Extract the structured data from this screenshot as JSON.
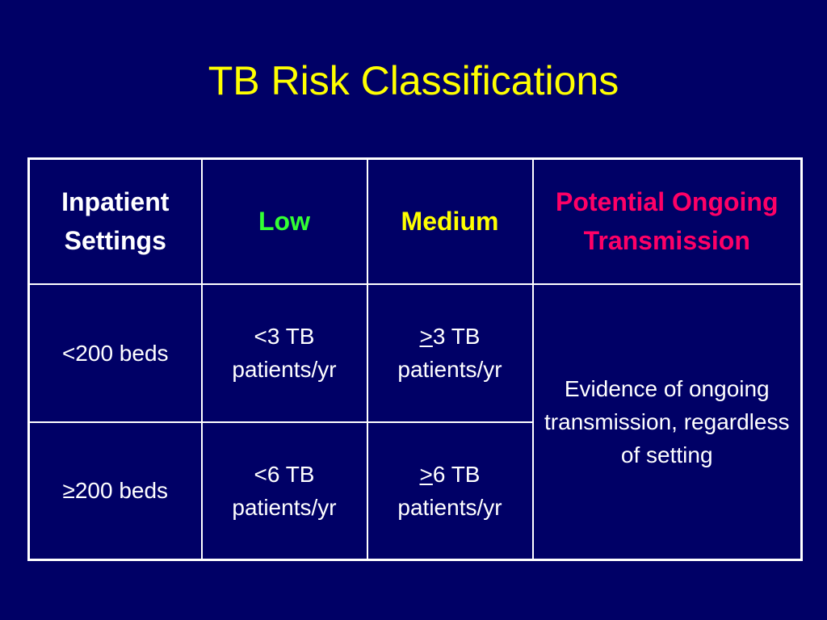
{
  "slide": {
    "title": "TB Risk Classifications"
  },
  "table": {
    "headers": [
      {
        "label": "Inpatient Settings",
        "color": "#ffffff"
      },
      {
        "label": "Low",
        "color": "#33ff33"
      },
      {
        "label": "Medium",
        "color": "#ffff00"
      },
      {
        "label": "Potential Ongoing Transmission",
        "color": "#ff0066"
      }
    ],
    "rows": [
      {
        "setting": "<200 beds",
        "low": "<3 TB patients/yr",
        "medium_symbol": ">",
        "medium": "3 TB patients/yr"
      },
      {
        "setting": "≥200 beds",
        "low": "<6 TB patients/yr",
        "medium_symbol": ">",
        "medium": "6 TB patients/yr"
      }
    ],
    "potential_ongoing": "Evidence of ongoing transmission, regardless of setting"
  }
}
